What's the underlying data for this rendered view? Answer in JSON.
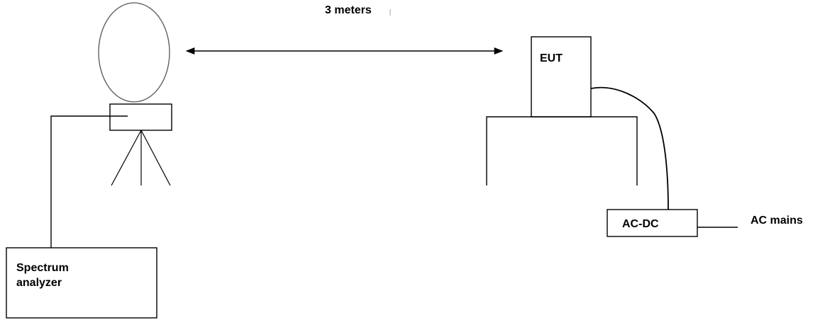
{
  "labels": {
    "distance": "3 meters",
    "eut": "EUT",
    "power_supply": "AC-DC",
    "mains": "AC mains",
    "analyzer": "Spectrum\nanalyzer"
  }
}
